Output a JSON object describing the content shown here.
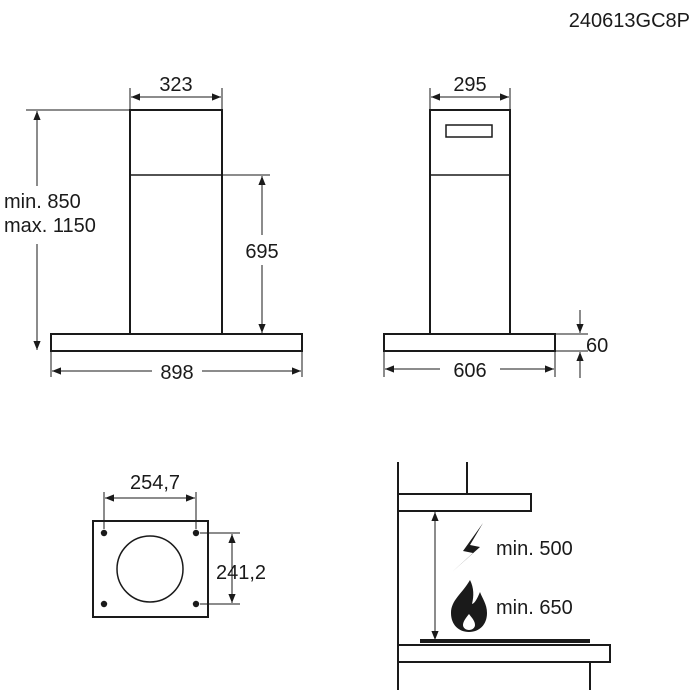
{
  "code": "240613GC8P",
  "front_view": {
    "chimney_width": "323",
    "height_range_min": "min. 850",
    "height_range_max": "max. 1150",
    "lower_chimney_height": "695",
    "canopy_width": "898"
  },
  "side_view": {
    "chimney_depth": "295",
    "canopy_thickness": "60",
    "canopy_depth": "606"
  },
  "mounting_plate": {
    "hole_spacing_horizontal": "254,7",
    "hole_spacing_vertical": "241,2"
  },
  "clearance": {
    "electric_hob_min": "min. 500",
    "gas_hob_min": "min. 650",
    "icons": [
      "lightning-icon",
      "flame-icon"
    ]
  },
  "colors": {
    "line": "#1a1a1a",
    "background": "#ffffff"
  }
}
